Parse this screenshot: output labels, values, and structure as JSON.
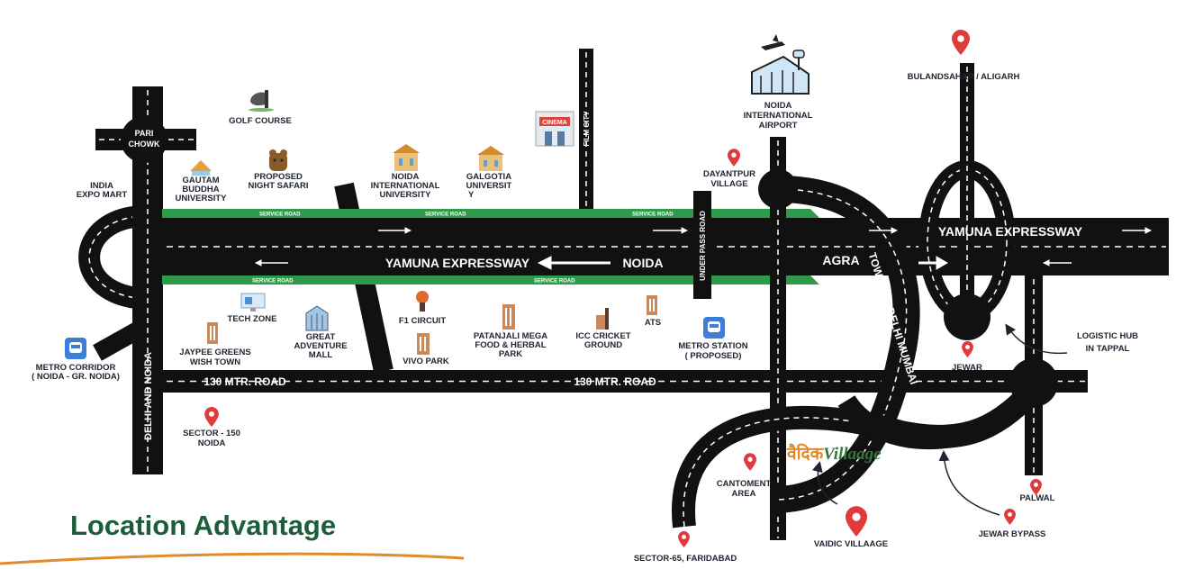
{
  "title": "Location Advantage",
  "colors": {
    "road": "#111111",
    "service_road": "#2e9b4a",
    "pin": "#e03a3a",
    "title": "#1d5e3a",
    "underline": "#e08a2b",
    "brand_orange": "#e08a2b",
    "brand_green": "#2f7a3a"
  },
  "roads": {
    "yamuna_expressway_west": "YAMUNA EXPRESSWAY",
    "noida": "NOIDA",
    "agra": "AGRA",
    "yamuna_expressway_east": "YAMUNA EXPRESSWAY",
    "mtr_130_west": "130 MTR. ROAD",
    "mtr_130_east": "130 MTR. ROAD",
    "delhi_and_noida": "DELHI AND NOIDA",
    "film_city": "FILM CITY",
    "under_pass_road": "UNDER PASS ROAD",
    "towards_delhi_mumbai": "TOWARDS DELHI MUMBAI",
    "service_road": "SERVICE ROAD",
    "pari_chowk": [
      "PARI",
      "CHOWK"
    ]
  },
  "landmarks": {
    "golf_course": [
      "GOLF COURSE"
    ],
    "proposed_night_safari": [
      "PROPOSED",
      "NIGHT SAFARI"
    ],
    "gautam_buddha_university": [
      "GAUTAM",
      "BUDDHA",
      "UNIVERSITY"
    ],
    "india_expo_mart": [
      "INDIA",
      "EXPO MART"
    ],
    "noida_international_university": [
      "NOIDA",
      "INTERNATIONAL",
      "UNIVERSITY"
    ],
    "galgotia_university": [
      "GALGOTIA",
      "UNIVERSIT",
      "Y"
    ],
    "noida_international_airport": [
      "NOIDA",
      "INTERNATIONAL",
      "AIRPORT"
    ],
    "dayantpur_village": [
      "DAYANTPUR",
      "VILLAGE"
    ],
    "bulandsahar_aligarh": [
      "BULANDSAHAR / ALIGARH"
    ],
    "tech_zone": [
      "TECH ZONE"
    ],
    "jaypee_greens": [
      "JAYPEE GREENS",
      "WISH TOWN"
    ],
    "great_adventure_mall": [
      "GREAT",
      "ADVENTURE",
      "MALL"
    ],
    "f1_circuit": [
      "F1 CIRCUIT"
    ],
    "vivo_park": [
      "VIVO PARK"
    ],
    "patanjali": [
      "PATANJALI MEGA",
      "FOOD & HERBAL",
      "PARK"
    ],
    "icc_cricket_ground": [
      "ICC CRICKET",
      "GROUND"
    ],
    "ats": [
      "ATS"
    ],
    "metro_station": [
      "METRO STATION",
      "( PROPOSED)"
    ],
    "metro_corridor": [
      "METRO CORRIDOR",
      "( NOIDA - GR. NOIDA)"
    ],
    "sector_150": [
      "SECTOR - 150",
      "NOIDA"
    ],
    "jewar": [
      "JEWAR"
    ],
    "logistic_hub": [
      "LOGISTIC HUB",
      "IN TAPPAL"
    ],
    "cantonment_area": [
      "CANTOMENT",
      "AREA"
    ],
    "vaidic_villaage": [
      "VAIDIC VILLAAGE"
    ],
    "sector_65_faridabad": [
      "SECTOR-65, FARIDABAD"
    ],
    "palwal": [
      "PALWAL"
    ],
    "jewar_bypass": [
      "JEWAR BYPASS"
    ],
    "cinema_sign": [
      "CINEMA"
    ]
  },
  "brand": {
    "hindi": "वैदिक",
    "english": "Villaage"
  }
}
